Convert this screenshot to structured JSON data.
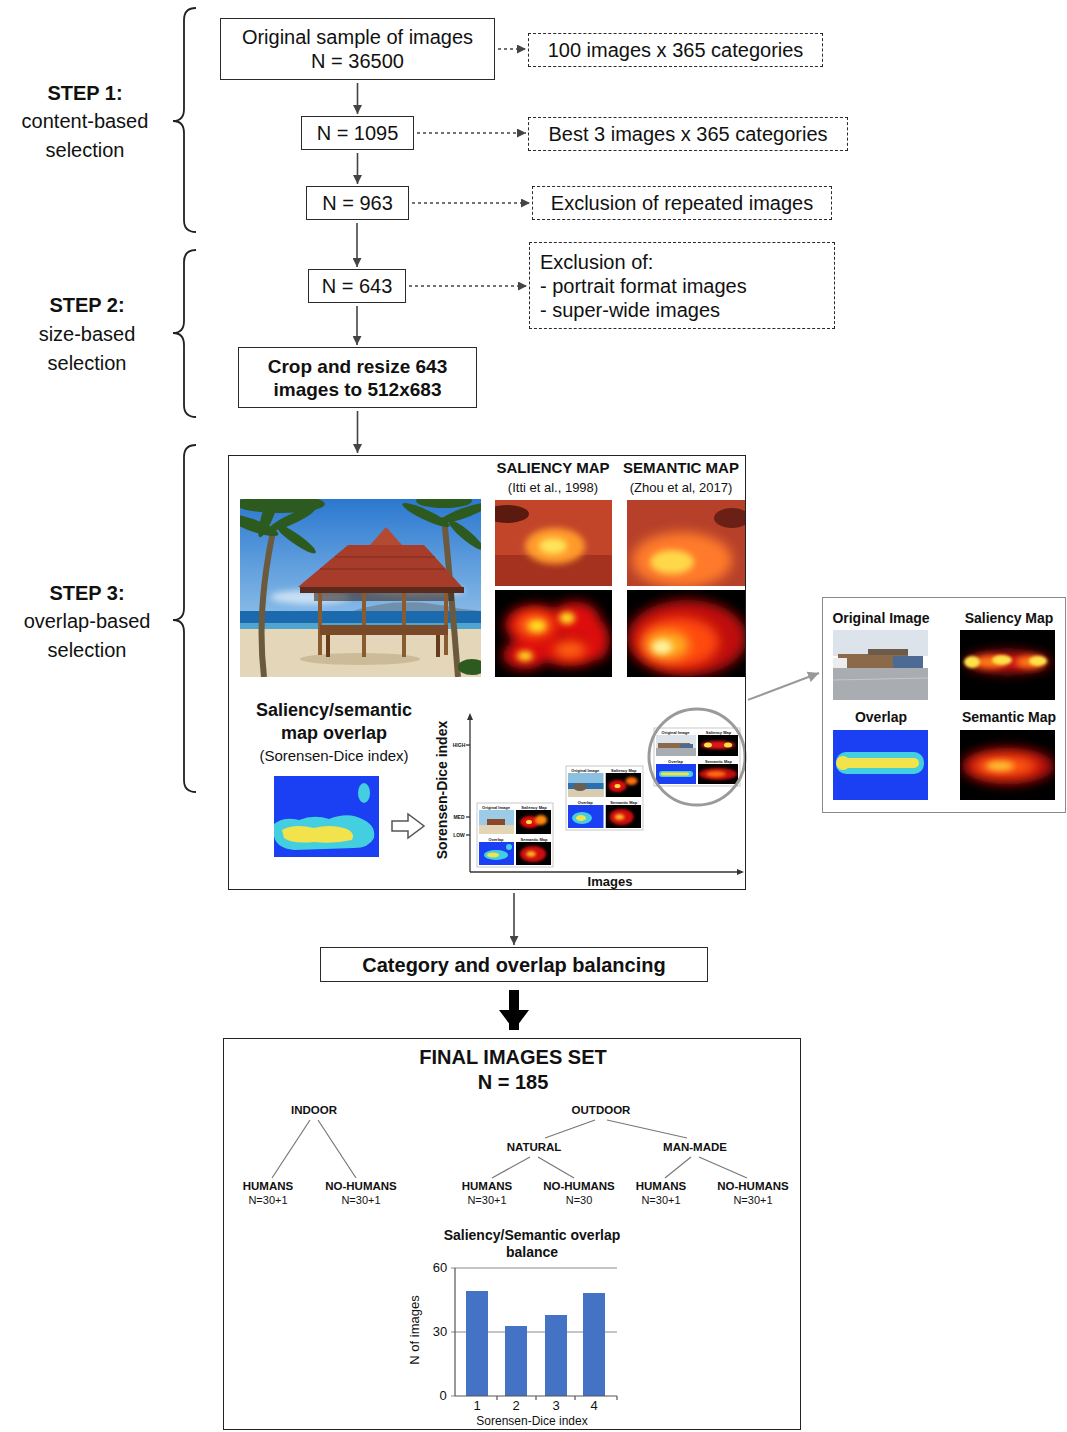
{
  "diagram": {
    "nodes": [
      {
        "text": [
          "Original sample of images N = 36500"
        ]
      },
      {
        "text": [
          "100 images x 365 categories"
        ]
      },
      {
        "text": [
          "N = 1095"
        ]
      },
      {
        "text": [
          "Best 3 images x 365 categories"
        ]
      },
      {
        "text": [
          "N = 963"
        ]
      },
      {
        "text": [
          "Exclusion of repeated images"
        ]
      },
      {
        "text": [
          "N = 643"
        ]
      },
      {
        "text": [
          "Exclusion of:",
          "- portrait format images",
          "- super-wide images"
        ]
      },
      {
        "text": [
          "Crop and resize 643 images to 512x683"
        ]
      },
      {
        "text": [
          "SALIENCY MAP",
          "(Itti et al., 1998)",
          "SEMANTIC MAP",
          "(Zhou et al, 2017)",
          "Saliency/semantic map overlap",
          "(Sorensen-Dice index)"
        ]
      },
      {
        "text": [
          "Original Image",
          "Saliency Map",
          "Overlap",
          "Semantic Map"
        ]
      },
      {
        "text": [
          "Category and overlap balancing"
        ]
      },
      {
        "text": [
          "FINAL IMAGES SET",
          "N = 185"
        ]
      }
    ],
    "edges": [
      {
        "from": 0,
        "to": 1,
        "arrow": "to"
      },
      {
        "from": 0,
        "to": 2,
        "arrow": "to"
      },
      {
        "from": 2,
        "to": 3,
        "arrow": "to"
      },
      {
        "from": 2,
        "to": 4,
        "arrow": "to"
      },
      {
        "from": 4,
        "to": 5,
        "arrow": "to"
      },
      {
        "from": 4,
        "to": 6,
        "arrow": "to"
      },
      {
        "from": 6,
        "to": 7,
        "arrow": "to"
      },
      {
        "from": 6,
        "to": 8,
        "arrow": "to"
      },
      {
        "from": 8,
        "to": 9,
        "arrow": "to"
      },
      {
        "from": 9,
        "to": 10,
        "arrow": "to"
      },
      {
        "from": 9,
        "to": 11,
        "arrow": "to"
      },
      {
        "from": 11,
        "to": 12,
        "arrow": "to"
      }
    ],
    "labels": [
      "STEP 1:",
      "content-based selection",
      "STEP 2:",
      "size-based selection",
      "STEP 3:",
      "overlap-based selection",
      "Sorensen-Dice index",
      "HIGH",
      "MED",
      "LOW",
      "Images",
      "Original Image",
      "Saliency Map",
      "Overlap",
      "Semantic Map",
      "Original Image",
      "Saliency Map",
      "Overlap",
      "Semantic Map",
      "Original Image",
      "Saliency Map",
      "Overlap",
      "Semantic Map",
      "INDOOR",
      "OUTDOOR",
      "NATURAL",
      "MAN-MADE",
      "HUMANS",
      "N=30+1",
      "NO-HUMANS",
      "N=30+1",
      "HUMANS",
      "N=30+1",
      "NO-HUMANS",
      "N=30",
      "HUMANS",
      "N=30+1",
      "NO-HUMANS",
      "N=30+1",
      "Saliency/Semantic overlap balance",
      "60",
      "30",
      "0",
      "1",
      "2",
      "3",
      "4",
      "Sorensen-Dice index",
      "N of images"
    ]
  }
}
